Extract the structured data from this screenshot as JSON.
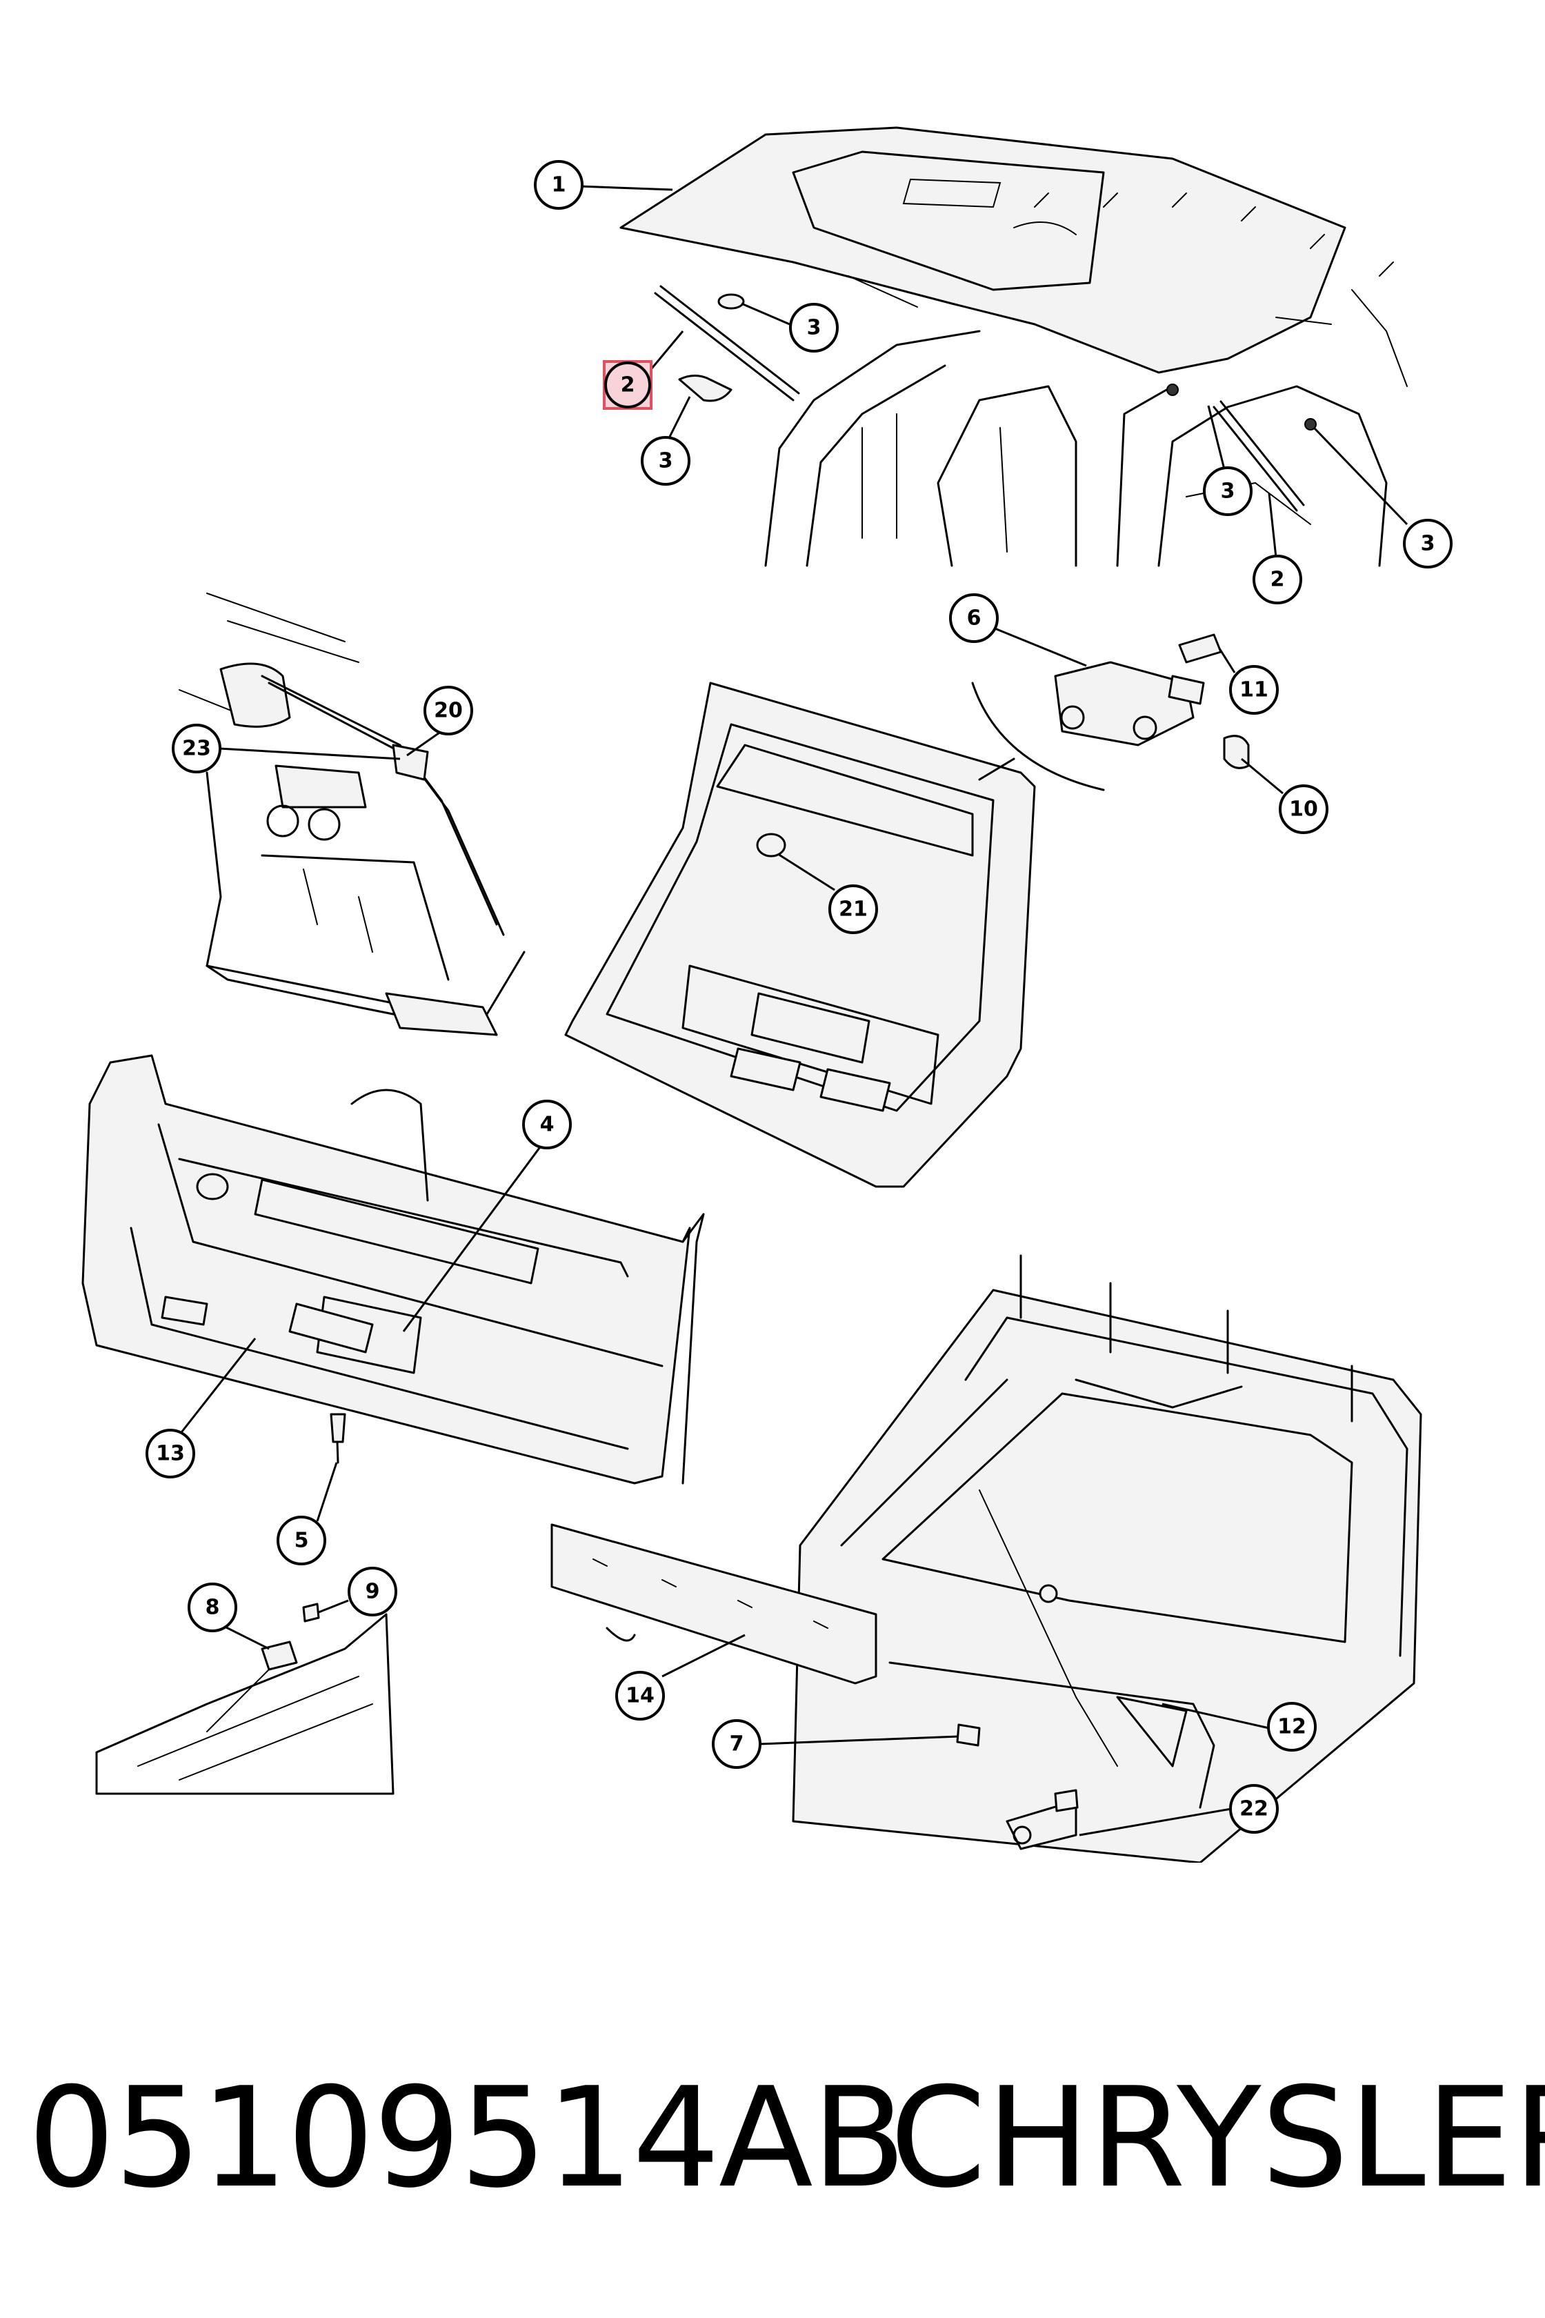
{
  "callouts": {
    "c1": "1",
    "c2a": "2",
    "c2b": "2",
    "c3a": "3",
    "c3b": "3",
    "c3c": "3",
    "c3d": "3",
    "c4": "4",
    "c5": "5",
    "c6": "6",
    "c7": "7",
    "c8": "8",
    "c9": "9",
    "c10": "10",
    "c11": "11",
    "c12": "12",
    "c13": "13",
    "c14": "14",
    "c20": "20",
    "c21": "21",
    "c22": "22",
    "c23": "23"
  },
  "highlight": {
    "callout": "2",
    "color": "#e05060"
  },
  "footer": {
    "part_number": "05109514AB",
    "brand": "CHRYSLER"
  }
}
